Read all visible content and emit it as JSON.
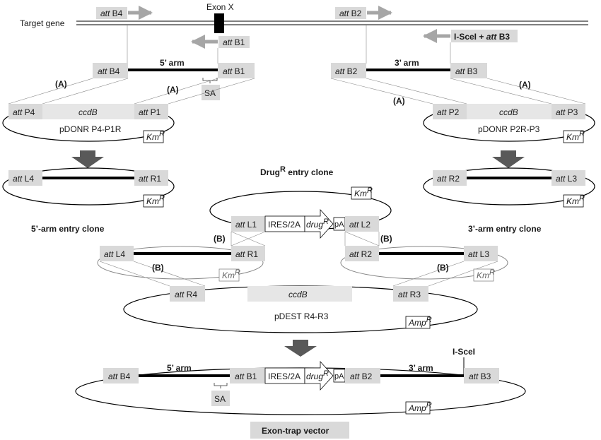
{
  "top": {
    "target_gene": "Target gene",
    "exon": "Exon X",
    "scei_label": "I-SceI",
    "plus": " + "
  },
  "common": {
    "att": "att",
    "arm5": "5’ arm",
    "arm3": "3’ arm",
    "sa": "SA",
    "ccdb": "ccdB",
    "km": "Km",
    "amp": "Amp",
    "sup_r": "R",
    "label_a": "(A)",
    "label_b": "(B)",
    "ires": "IRES/2A",
    "drug": "drug",
    "pa": "pA"
  },
  "sites": {
    "b4": " B4",
    "b1": " B1",
    "b2": " B2",
    "b3": " B3",
    "p4": " P4",
    "p1": " P1",
    "p2": " P2",
    "p3": " P3",
    "l4": " L4",
    "r1": " R1",
    "r2": " R2",
    "l3": " L3",
    "l1": " L1",
    "l2": " L2",
    "r4": " R4",
    "r3": " R3"
  },
  "vectors": {
    "pdonr_left": "pDONR P4-P1R",
    "pdonr_right": "pDONR P2R-P3",
    "pdest": "pDEST R4-R3",
    "clone_5": "5’-arm entry clone",
    "clone_3": "3’-arm entry clone",
    "drug_entry_prefix": "Drug",
    "drug_entry_suffix": " entry clone",
    "final_title": "Exon-trap vector",
    "final_scei": "I-SceI"
  }
}
